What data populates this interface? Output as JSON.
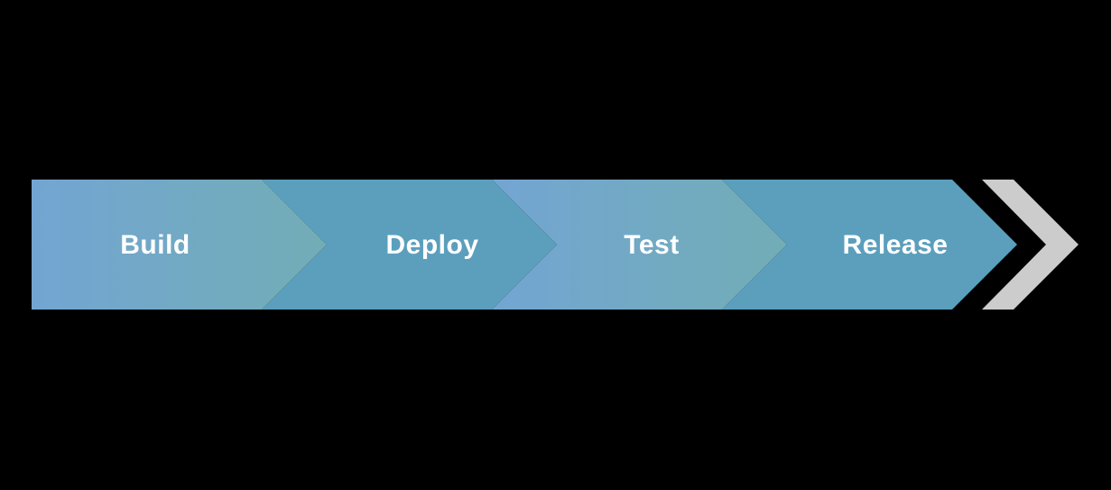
{
  "diagram": {
    "type": "chevron-process-flow",
    "stages": [
      {
        "label": "Build"
      },
      {
        "label": "Deploy"
      },
      {
        "label": "Test"
      },
      {
        "label": "Release"
      }
    ],
    "colors": {
      "gradient_start": "#73a5d2",
      "gradient_end": "#72adb6",
      "flat": "#5b9fbd",
      "end_chevron": "#cccccc",
      "background": "#000000"
    }
  }
}
